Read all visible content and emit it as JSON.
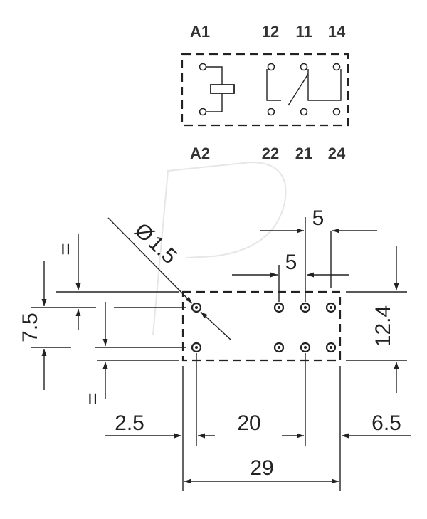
{
  "schematic": {
    "top_labels": [
      "A1",
      "12",
      "11",
      "14"
    ],
    "bottom_labels": [
      "A2",
      "22",
      "21",
      "24"
    ]
  },
  "dimensions": {
    "diameter_symbol": "Ø",
    "hole_diameter": "1.5",
    "pitch_top": "5",
    "pitch_second": "5",
    "row_spacing": "7.5",
    "body_height": "12.4",
    "equal_top": "=",
    "equal_bottom": "=",
    "left_offset": "2.5",
    "pin_span": "20",
    "right_offset": "6.5",
    "overall_length": "29"
  }
}
